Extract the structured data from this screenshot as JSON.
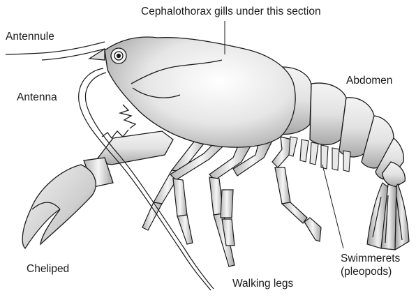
{
  "diagram": {
    "labels": {
      "cephalothorax": "Cephalothorax gills under this section",
      "antennule": "Antennule",
      "antenna": "Antenna",
      "abdomen": "Abdomen",
      "cheliped": "Cheliped",
      "walking_legs": "Walking legs",
      "swimmerets_line1": "Swimmerets",
      "swimmerets_line2": "(pleopods)"
    },
    "colors": {
      "outline": "#1a1a1a",
      "body_light": "#f7f7f7",
      "body_shade": "#bdbdbd",
      "background": "#ffffff"
    }
  }
}
